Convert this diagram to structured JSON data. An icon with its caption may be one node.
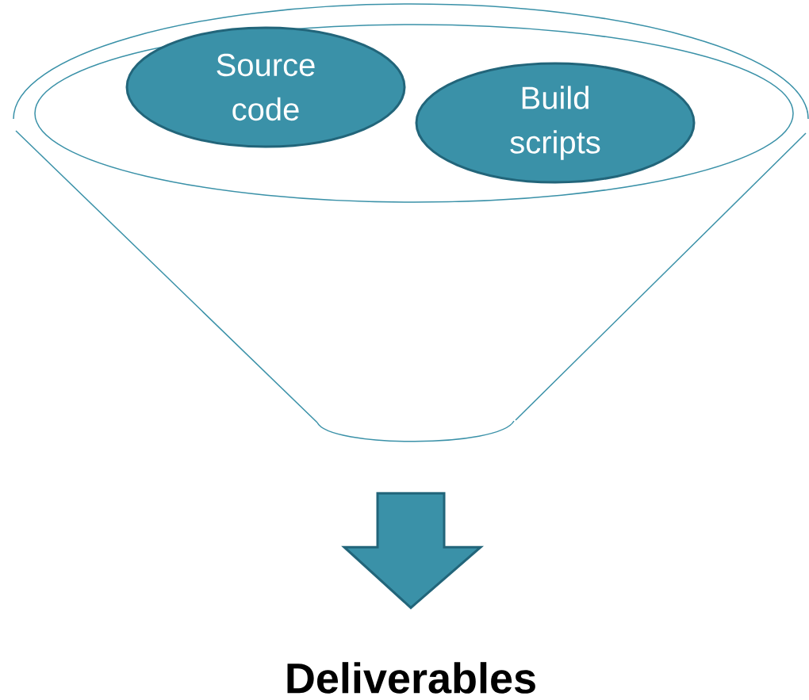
{
  "diagram": {
    "nodes": [
      {
        "text": [],
        "shape": "funnel"
      },
      {
        "text": [
          "Source code"
        ],
        "in": 0
      },
      {
        "text": [
          "Build scripts"
        ],
        "in": 0
      },
      {
        "text": [
          "Deliverables"
        ]
      }
    ],
    "edges": [
      {
        "from": 0,
        "to": 3,
        "arrow": "to"
      }
    ]
  }
}
